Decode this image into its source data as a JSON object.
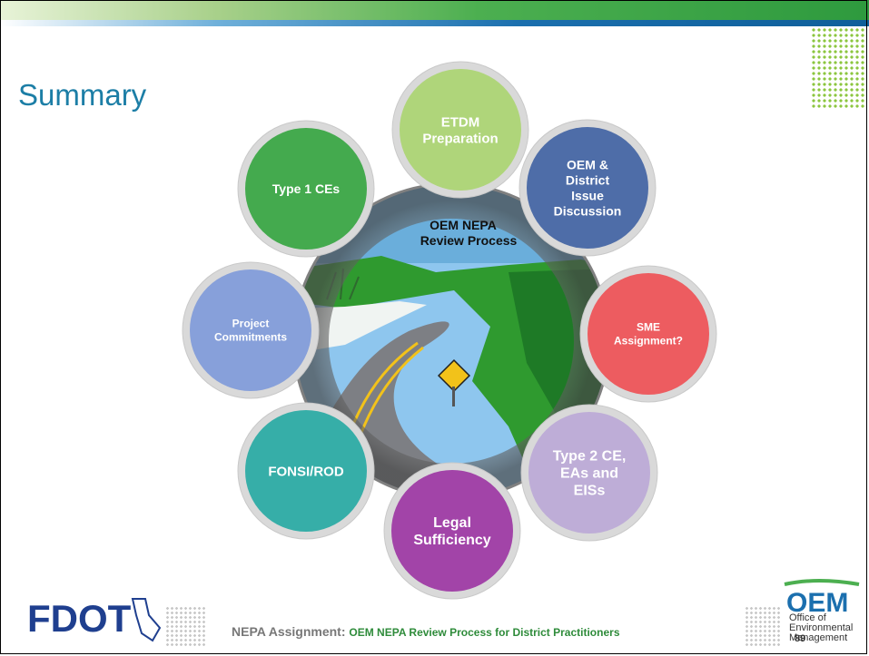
{
  "slide": {
    "title": "Summary",
    "center_label": [
      "OEM NEPA",
      "Review Process"
    ],
    "page_number": "89"
  },
  "cycle": {
    "items": [
      {
        "id": "etdm",
        "lines": [
          "ETDM",
          "Preparation"
        ],
        "color": "#a9d46c"
      },
      {
        "id": "oem-district",
        "lines": [
          "OEM &",
          "District",
          "Issue",
          "Discussion"
        ],
        "color": "#3a5da0"
      },
      {
        "id": "sme",
        "lines": [
          "SME",
          "Assignment?"
        ],
        "color": "#ef4a4e"
      },
      {
        "id": "type2",
        "lines": [
          "Type 2 CE,",
          "EAs and",
          "EISs"
        ],
        "color": "#b9a6d6"
      },
      {
        "id": "legal",
        "lines": [
          "Legal",
          "Sufficiency"
        ],
        "color": "#9a2fa0"
      },
      {
        "id": "fonsi",
        "lines": [
          "FONSI/ROD"
        ],
        "color": "#1fa7a0"
      },
      {
        "id": "commitments",
        "lines": [
          "Project",
          "Commitments"
        ],
        "color": "#7b97da"
      },
      {
        "id": "type1",
        "lines": [
          "Type 1 CEs"
        ],
        "color": "#2fa33a"
      }
    ]
  },
  "footer": {
    "prefix": "NEPA Assignment:",
    "text": "OEM NEPA Review Process for District Practitioners"
  },
  "logos": {
    "fdot": "FDOT",
    "oem": "OEM",
    "oem_sub": [
      "Office of",
      "Environmental",
      "Management"
    ]
  },
  "colors": {
    "title": "#1c7ea6",
    "fdot_blue": "#1f3f8f",
    "oem_green": "#4caf50"
  }
}
